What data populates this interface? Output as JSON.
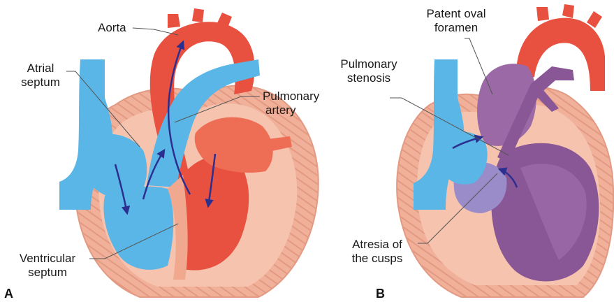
{
  "panels": {
    "a": "A",
    "b": "B"
  },
  "labels": {
    "aorta": "Aorta",
    "atrial_septum": [
      "Atrial",
      "septum"
    ],
    "pulmonary_artery": [
      "Pulmonary",
      "artery"
    ],
    "ventricular_septum": [
      "Ventricular",
      "septum"
    ],
    "patent_oval_foramen": [
      "Patent oval",
      "foramen"
    ],
    "pulmonary_stenosis": [
      "Pulmonary",
      "stenosis"
    ],
    "atresia_of_cusps": [
      "Atresia of",
      "the cusps"
    ]
  },
  "colors": {
    "pericardium": "#f3b7a0",
    "muscle": "#e8a089",
    "deoxygenated": "#5ab6e6",
    "oxygenated": "#e8503f",
    "mixed": "#8a5796",
    "flow_arrow": "#2b2f8f",
    "leader_line": "#555555"
  }
}
